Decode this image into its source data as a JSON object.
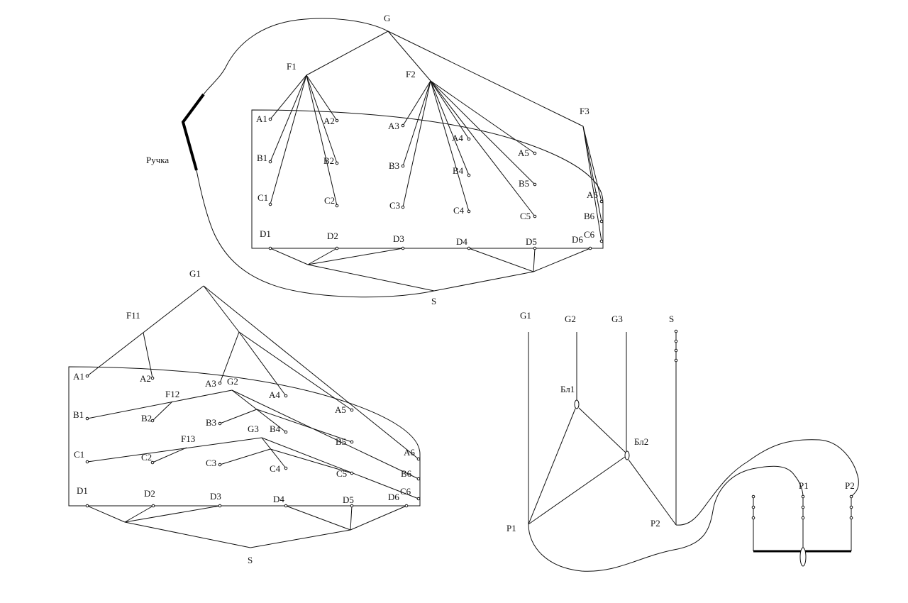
{
  "top": {
    "G": "G",
    "F1": "F1",
    "F2": "F2",
    "F3": "F3",
    "A1": "A1",
    "A2": "A2",
    "A3": "A3",
    "A4": "A4",
    "A5": "A5",
    "A6": "A6",
    "B1": "B1",
    "B2": "B2",
    "B3": "B3",
    "B4": "B4",
    "B5": "B5",
    "B6": "B6",
    "C1": "C1",
    "C2": "C2",
    "C3": "C3",
    "C4": "C4",
    "C5": "C5",
    "C6": "C6",
    "D1": "D1",
    "D2": "D2",
    "D3": "D3",
    "D4": "D4",
    "D5": "D5",
    "D6": "D6",
    "S": "S",
    "handle": "Ручка"
  },
  "bottom_left": {
    "G1": "G1",
    "G2": "G2",
    "G3": "G3",
    "F11": "F11",
    "F12": "F12",
    "F13": "F13",
    "A1": "A1",
    "A2": "A2",
    "A3": "A3",
    "A4": "A4",
    "A5": "A5",
    "A6": "A6",
    "B1": "B1",
    "B2": "B2",
    "B3": "B3",
    "B4": "B4",
    "B5": "B5",
    "B6": "B6",
    "C1": "C1",
    "C2": "C2",
    "C3": "C3",
    "C4": "C4",
    "C5": "C5",
    "C6": "C6",
    "D1": "D1",
    "D2": "D2",
    "D3": "D3",
    "D4": "D4",
    "D5": "D5",
    "D6": "D6",
    "S": "S"
  },
  "bottom_right": {
    "G1": "G1",
    "G2": "G2",
    "G3": "G3",
    "S": "S",
    "Bl1": "Бл1",
    "Bl2": "Бл2",
    "P1": "P1",
    "P2": "P2",
    "P1_right": "P1",
    "P2_right": "P2"
  }
}
